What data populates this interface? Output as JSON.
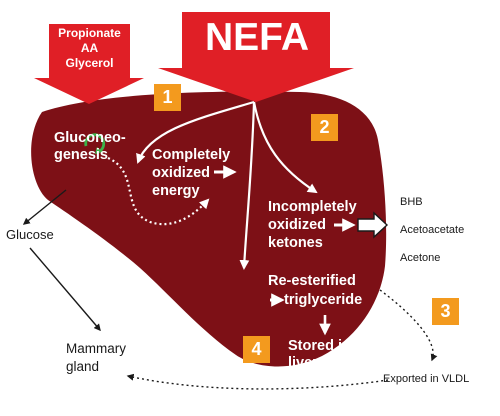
{
  "colors": {
    "liver": "#7d1016",
    "arrow_red": "#e01f26",
    "badge": "#f39a1e",
    "ring": "#3cb44b",
    "text_dark": "#1a1a1a",
    "text_light": "#ffffff"
  },
  "top": {
    "nefa": "NEFA",
    "propionate_lines": [
      "Propionate",
      "AA",
      "Glycerol"
    ]
  },
  "steps": [
    "1",
    "2",
    "3",
    "4"
  ],
  "liver_labels": {
    "gluconeogenesis": [
      "Gluconeo-",
      "genesis"
    ],
    "completely_oxidized": [
      "Completely",
      "oxidized",
      "energy"
    ],
    "incompletely_oxidized": [
      "Incompletely",
      "oxidized",
      "ketones"
    ],
    "reesterified": [
      "Re-esterified",
      "triglyceride"
    ],
    "stored": [
      "Stored in",
      "liver"
    ]
  },
  "outputs": {
    "glucose": "Glucose",
    "mammary": [
      "Mammary",
      "gland"
    ],
    "ketones": [
      "BHB",
      "Acetoacetate",
      "Acetone"
    ],
    "exported": "Exported in VLDL"
  }
}
